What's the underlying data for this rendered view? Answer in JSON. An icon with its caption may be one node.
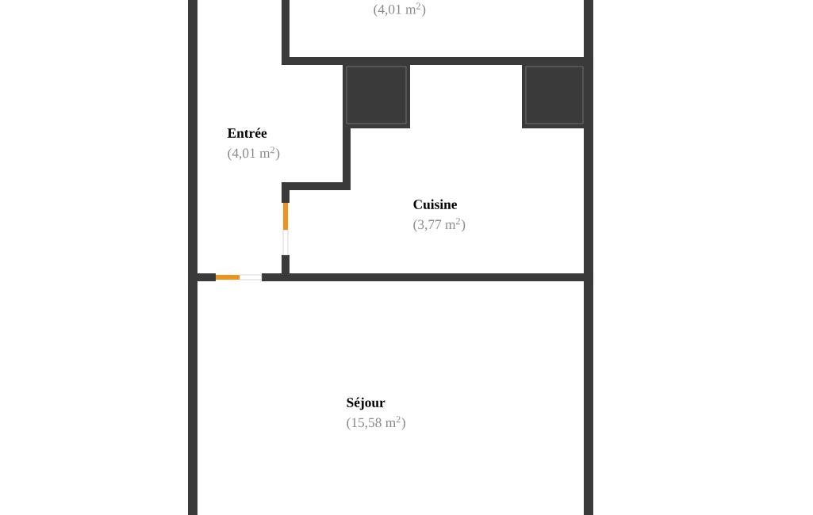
{
  "diagram": {
    "nodes": [
      {
        "text": [
          "(4,01 m$^{2}$)"
        ]
      },
      {
        "text": [
          "Entrée",
          "(4,01 m$^{2}$)"
        ]
      },
      {
        "text": [
          "Cuisine",
          "(3,77 m$^{2}$)"
        ]
      },
      {
        "text": [
          "Séjour",
          "(15,58 m$^{2}$)"
        ]
      }
    ]
  }
}
